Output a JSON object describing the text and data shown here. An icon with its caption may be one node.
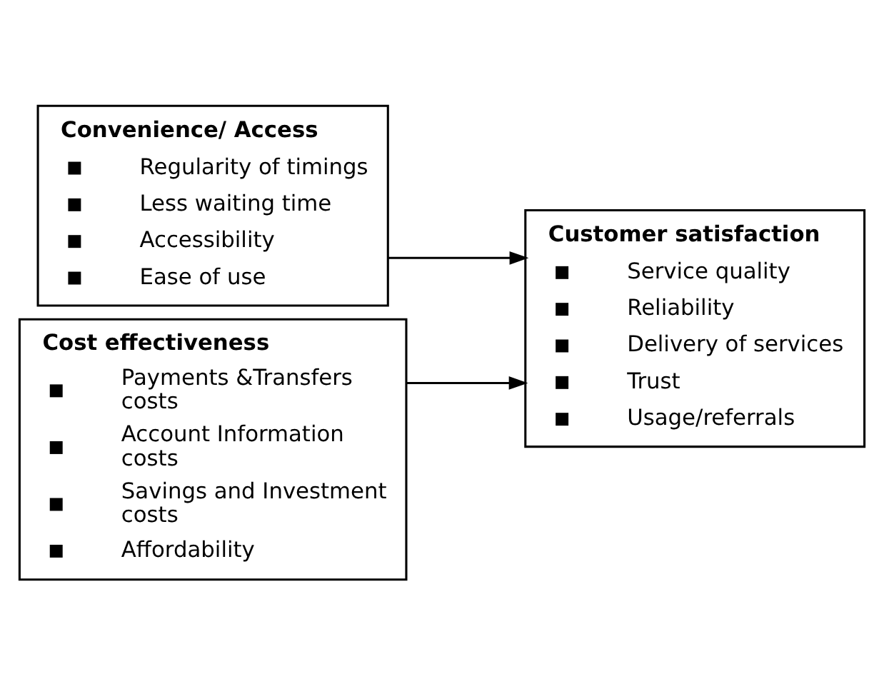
{
  "diagram": {
    "nodes": [
      {
        "text": [
          "Convenience/ Access",
          "Regularity of timings",
          "Less waiting time",
          "Accessibility",
          "Ease of use"
        ]
      },
      {
        "text": [
          "Cost effectiveness",
          "Payments &Transfers costs",
          "Account Information costs",
          "Savings and Investment costs",
          "Affordability"
        ]
      },
      {
        "text": [
          "Customer satisfaction",
          "Service quality",
          "Reliability",
          "Delivery of services",
          "Trust",
          "Usage/referrals"
        ]
      }
    ],
    "edges": [
      {
        "from": 0,
        "to": 2,
        "arrow": "to"
      },
      {
        "from": 1,
        "to": 2,
        "arrow": "to"
      }
    ]
  }
}
